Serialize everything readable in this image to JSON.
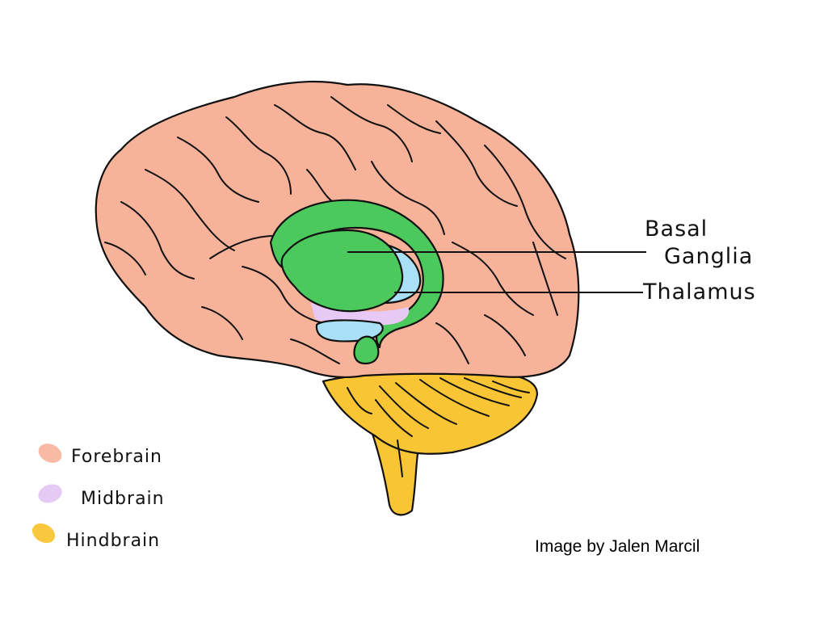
{
  "title": "Brain regions diagram",
  "callouts": [
    {
      "id": "basal-ganglia",
      "line1": "Basal",
      "line2": "Ganglia"
    },
    {
      "id": "thalamus",
      "line1": "Thalamus",
      "line2": ""
    }
  ],
  "legend": [
    {
      "label": "Forebrain",
      "color": "#f7b29a"
    },
    {
      "label": "Midbrain",
      "color": "#e3c4f5"
    },
    {
      "label": "Hindbrain",
      "color": "#f9c534"
    }
  ],
  "region_colors": {
    "forebrain": "#f7b29a",
    "basal_ganglia": "#4cc95c",
    "thalamus": "#a9e0f7",
    "midbrain": "#e8c8f5",
    "hindbrain": "#f9c534"
  },
  "credit": "Image by Jalen Marcil"
}
